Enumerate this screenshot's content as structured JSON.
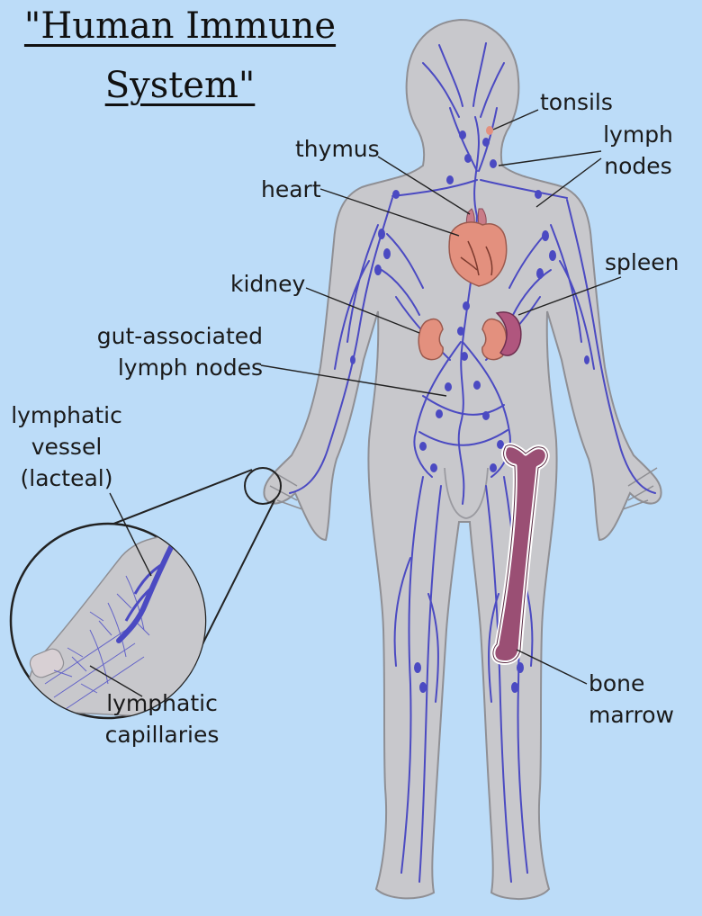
{
  "title": {
    "line1": "\"Human Immune",
    "line2": "System\""
  },
  "labels": {
    "tonsils": "tonsils",
    "lymph_nodes": [
      "lymph",
      "nodes"
    ],
    "thymus": "thymus",
    "heart": "heart",
    "spleen": "spleen",
    "kidney": "kidney",
    "gut_lymph_nodes": [
      "gut-associated",
      "lymph nodes"
    ],
    "lymphatic_vessel": [
      "lymphatic",
      "vessel",
      "(lacteal)"
    ],
    "lymphatic_capillaries": [
      "lymphatic",
      "capillaries"
    ],
    "bone_marrow": [
      "bone",
      "marrow"
    ]
  },
  "colors": {
    "background": "#bcdcf8",
    "body": "#c8c8cc",
    "body_outline": "#8f8f94",
    "vessel": "#4b4ac2",
    "organ": "#e3907e",
    "spleen": "#b0567e",
    "bone": "#9a4f74",
    "leader_line": "#222222"
  }
}
